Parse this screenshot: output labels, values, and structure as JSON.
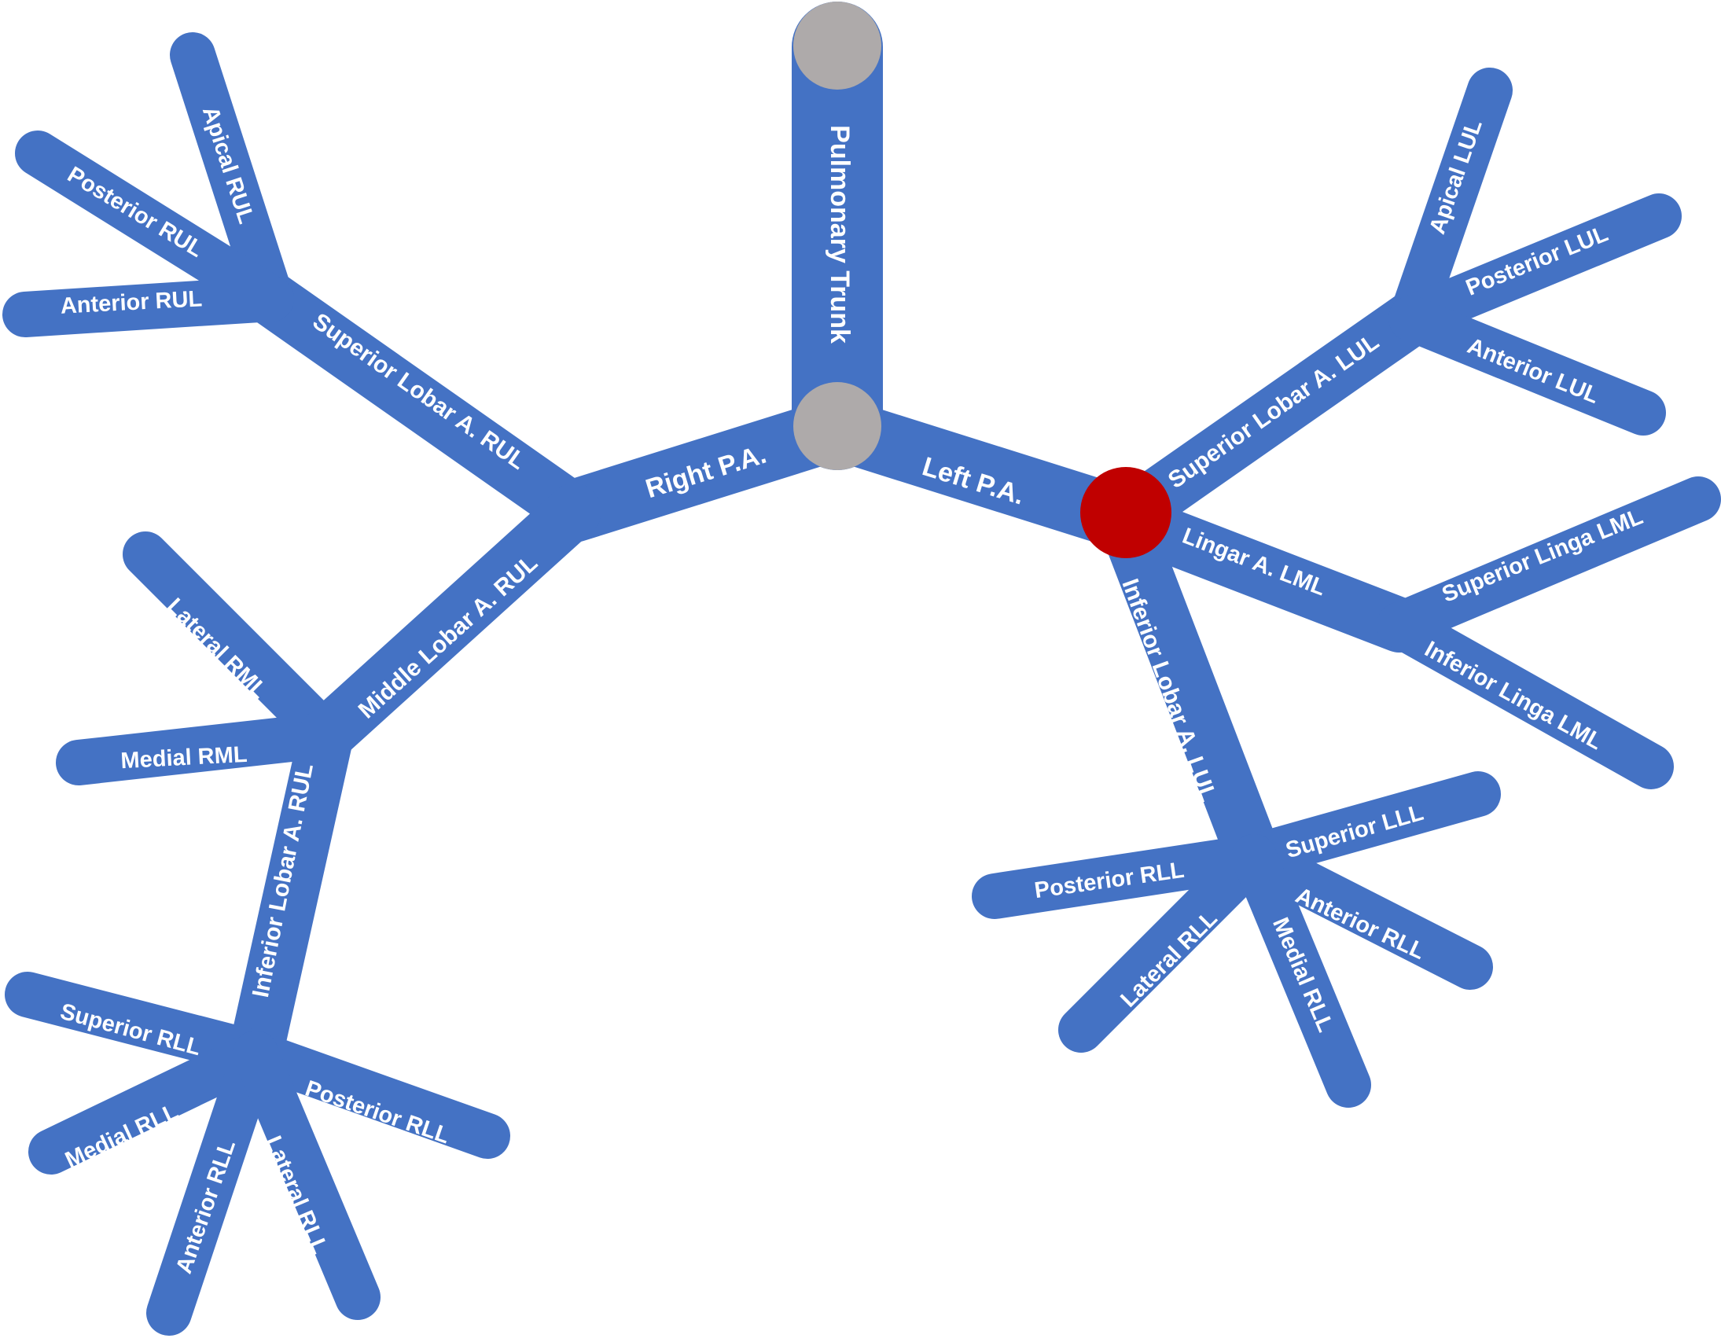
{
  "colors": {
    "branch": "#4472C4",
    "trunk_node": "#AEAAAA",
    "highlight_node": "#C00000",
    "label": "#FFFFFF",
    "background": "#FFFFFF"
  },
  "labels": {
    "pulmonary_trunk": "Pulmonary Trunk",
    "right_pa": "Right P.A.",
    "left_pa": "Left P.A.",
    "superior_lobar_rul": "Superior Lobar A. RUL",
    "apical_rul": "Apical RUL",
    "posterior_rul": "Posterior RUL",
    "anterior_rul": "Anterior RUL",
    "middle_lobar_rul": "Middle Lobar A. RUL",
    "lateral_rml": "Lateral RML",
    "medial_rml": "Medial RML",
    "inferior_lobar_rul": "Inferior Lobar A. RUL",
    "superior_rll_right": "Superior RLL",
    "posterior_rll_right": "Posterior RLL",
    "medial_rll_right": "Medial RLL",
    "anterior_rll_right": "Anterior RLL",
    "lateral_rll_right": "Lateral RLL",
    "superior_lobar_lul": "Superior Lobar A. LUL",
    "apical_lul": "Apical LUL",
    "posterior_lul": "Posterior LUL",
    "anterior_lul": "Anterior LUL",
    "lingar_lml": "Lingar A. LML",
    "superior_linga_lml": "Superior Linga LML",
    "inferior_linga_lml": "Inferior Linga LML",
    "inferior_lobar_lul": "Inferior Lobar A. LUL",
    "superior_lll": "Superior LLL",
    "posterior_rll_left": "Posterior RLL",
    "anterior_rll_left": "Anterior RLL",
    "lateral_rll_left": "Lateral RLL",
    "medial_rll_left": "Medial RLL"
  }
}
